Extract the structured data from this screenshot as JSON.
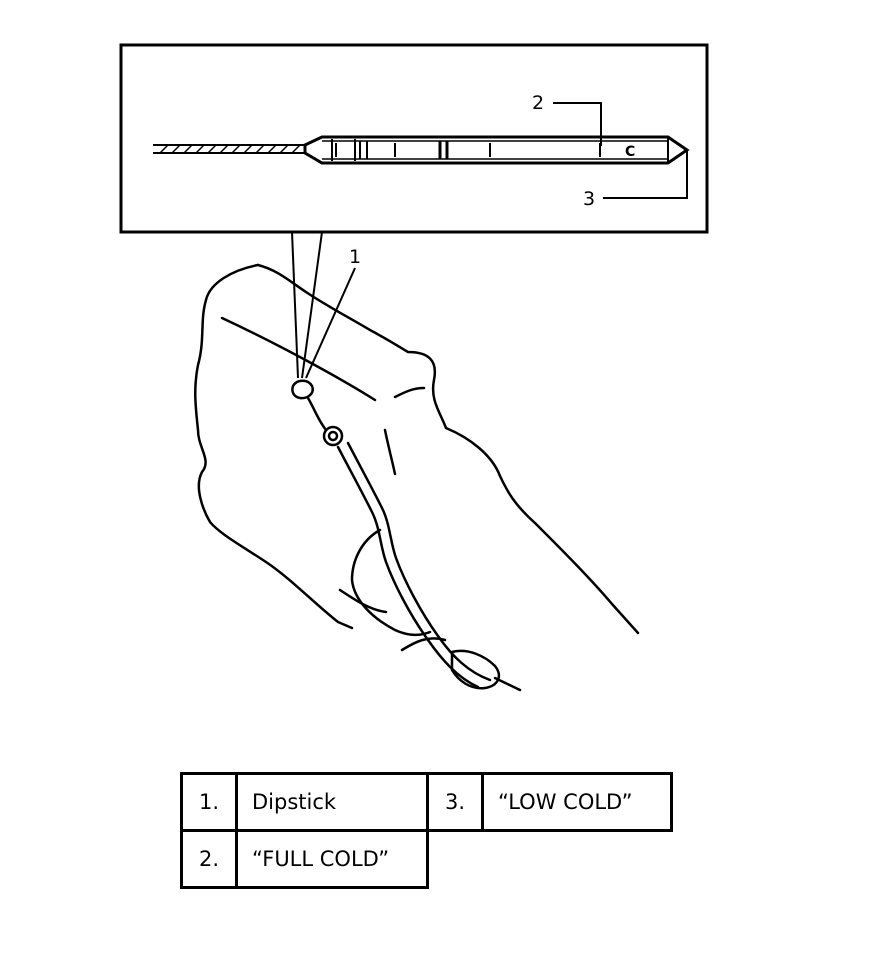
{
  "figure": {
    "callouts": {
      "c1": "1",
      "c2": "2",
      "c3": "3"
    },
    "tip_letter": "C"
  },
  "legend": {
    "rows": [
      {
        "num1": "1.",
        "label1": "Dipstick",
        "num2": "3.",
        "label2": "“LOW COLD”"
      },
      {
        "num1": "2.",
        "label1": "“FULL COLD”"
      }
    ]
  }
}
